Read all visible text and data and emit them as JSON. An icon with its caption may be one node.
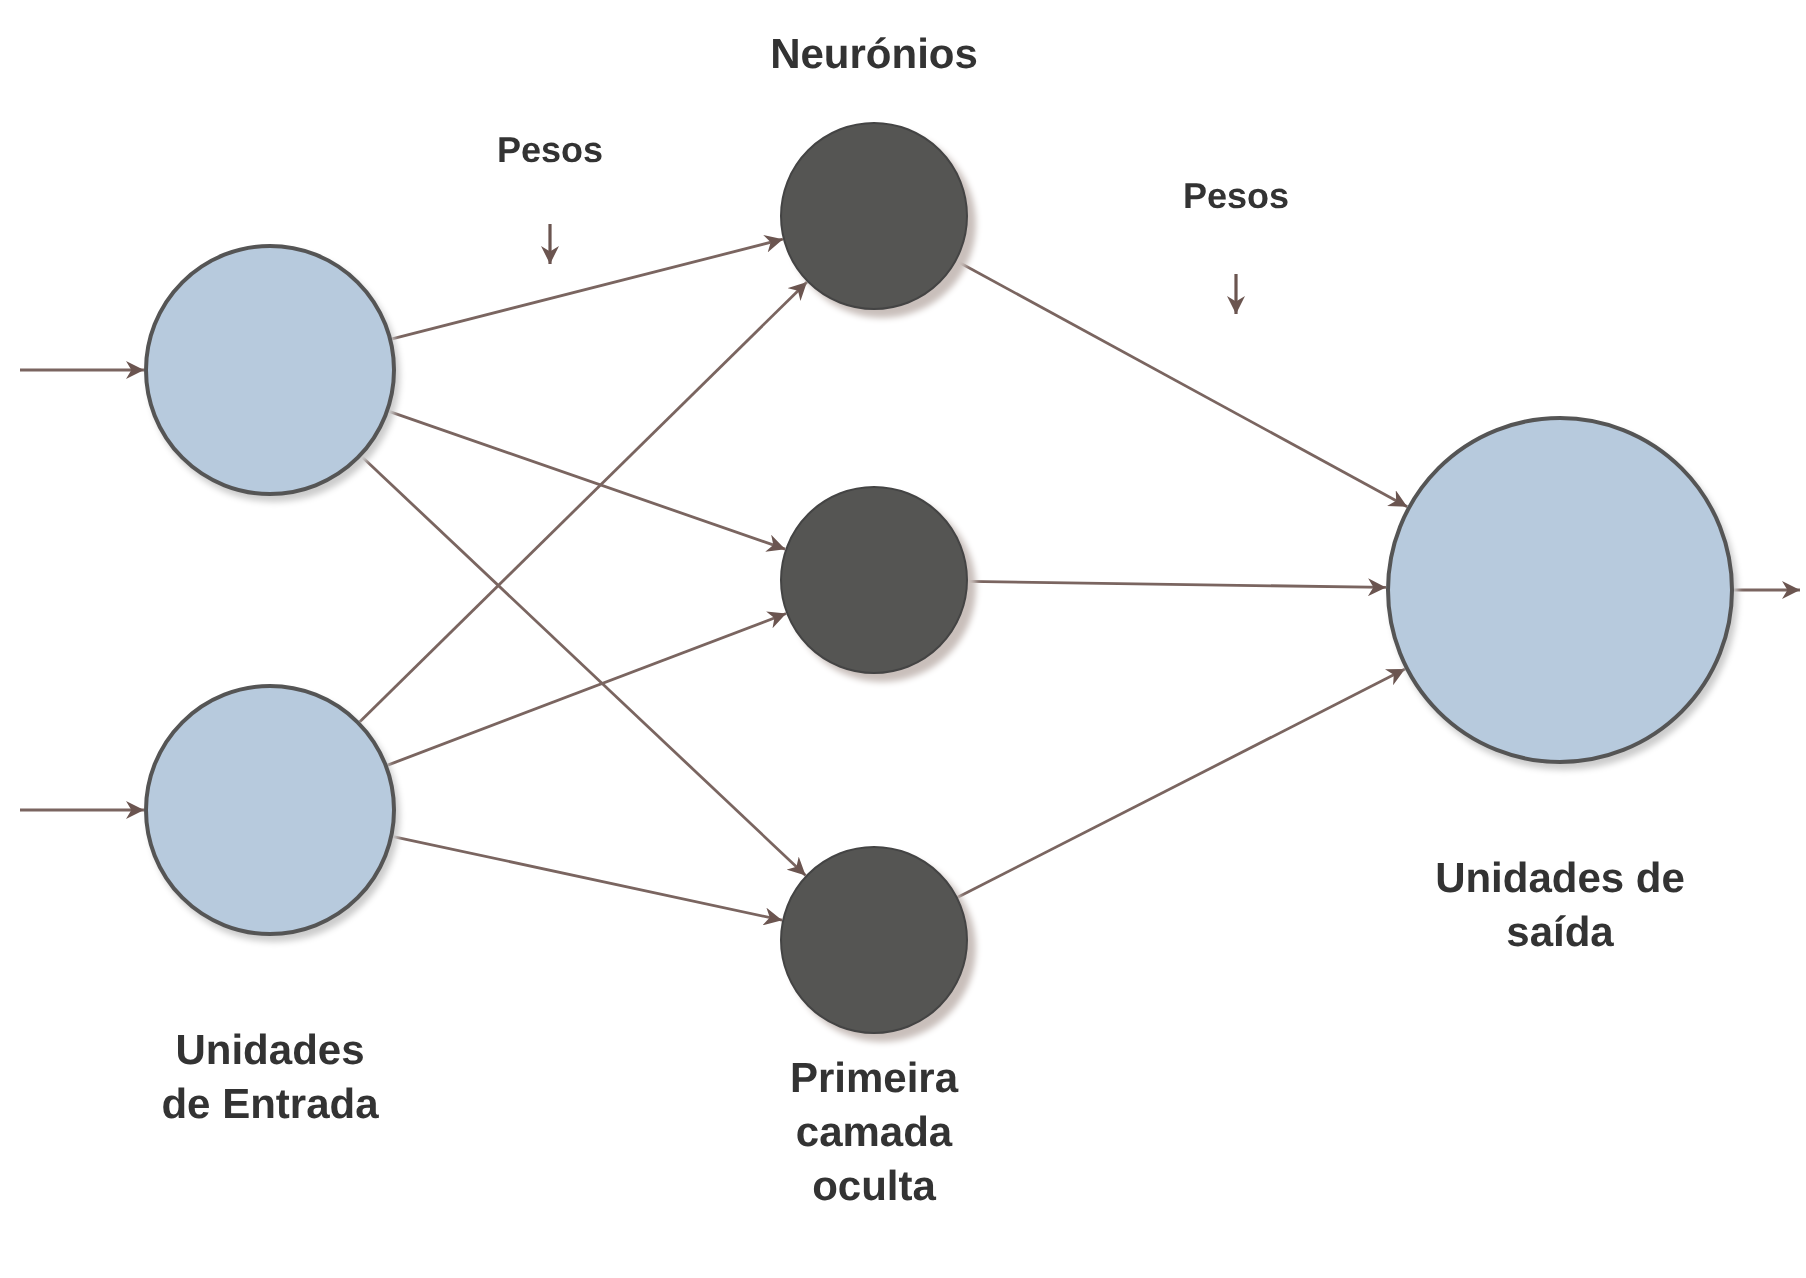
{
  "diagram": {
    "nodes": [
      {
        "text": [],
        "shape": "circle"
      },
      {
        "text": [],
        "shape": "circle",
        "beside": [
          "Unidades de Entrada"
        ]
      },
      {
        "text": [],
        "shape": "circle",
        "beside": [
          "Neurónios"
        ]
      },
      {
        "text": [],
        "shape": "circle"
      },
      {
        "text": [],
        "shape": "circle",
        "beside": [
          "Primeira camada oculta"
        ]
      },
      {
        "text": [],
        "shape": "circle",
        "beside": [
          "Unidades de saída"
        ]
      }
    ],
    "edges": [
      {
        "from": null,
        "to": 0,
        "arrow": "to"
      },
      {
        "from": null,
        "to": 1,
        "arrow": "to"
      },
      {
        "from": 0,
        "to": 2,
        "arrow": "to"
      },
      {
        "from": 0,
        "to": 3,
        "arrow": "to"
      },
      {
        "from": 0,
        "to": 4,
        "arrow": "to"
      },
      {
        "from": 1,
        "to": 2,
        "arrow": "to"
      },
      {
        "from": 1,
        "to": 3,
        "arrow": "to"
      },
      {
        "from": 1,
        "to": 4,
        "arrow": "to"
      },
      {
        "from": 2,
        "to": 5,
        "arrow": "to"
      },
      {
        "from": 3,
        "to": 5,
        "arrow": "to"
      },
      {
        "from": 4,
        "to": 5,
        "arrow": "to"
      },
      {
        "from": 5,
        "to": null,
        "arrow": "to"
      }
    ],
    "labels": [
      "Pesos",
      "Pesos"
    ]
  }
}
